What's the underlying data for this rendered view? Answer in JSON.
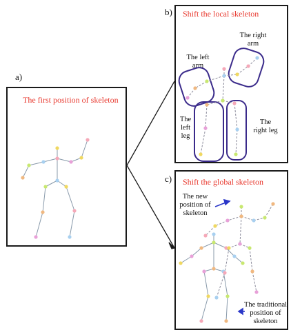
{
  "panels": {
    "a": {
      "letter": "a)",
      "title": "The first position of skeleton"
    },
    "b": {
      "letter": "b)",
      "title": "Shift the local skeleton",
      "labels": {
        "right_arm": [
          "The right",
          "arm"
        ],
        "left_arm": [
          "The left",
          "arm"
        ],
        "left_leg": [
          "The",
          "left",
          "leg"
        ],
        "right_leg": [
          "The",
          "right leg"
        ]
      }
    },
    "c": {
      "letter": "c)",
      "title": "Shift the global skeleton",
      "labels": {
        "new_position": [
          "The new",
          "position of",
          "skeleton"
        ],
        "traditional_position": [
          "The traditional",
          "position of",
          "skeleton"
        ]
      }
    }
  },
  "colors": {
    "frame": "#1a1a1a",
    "title": "#e8392f",
    "bone": "#8899aa",
    "dashed_bone": "#8a8a9a",
    "highlight_outline": "#3a2a8a",
    "pointer_arrow": "#2a36c8",
    "joint_palette": [
      "#f0d860",
      "#f5a8b8",
      "#a8d0f0",
      "#c8e870",
      "#f0b880",
      "#e8a0d8"
    ]
  }
}
